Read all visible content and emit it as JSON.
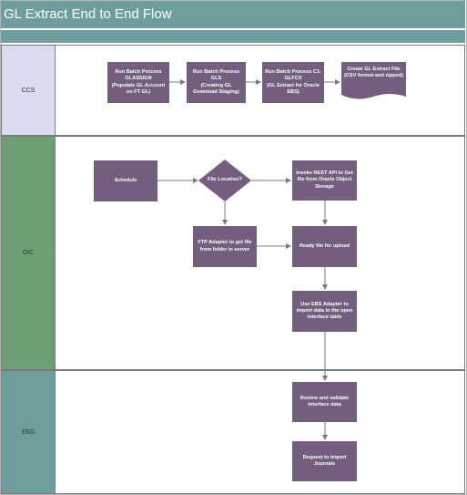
{
  "title": "GL Extract End to End Flow",
  "lanes": {
    "ccs": "CCS",
    "oic": "OIC",
    "ebs": "EBS"
  },
  "nodes": {
    "batch_glassign": "Run Batch Process GLASSIGN\n(Populate GL Account on FT GL)",
    "batch_gls": "Run Batch Process GLS\n(Creating GL Download Staging)",
    "batch_c1glfcx": "Run Batch Process C1-GLFCX\n(GL Extract for Oracle EBS)",
    "create_extract_file": "Create GL Extract File\n(CSV format and zipped)",
    "schedule": "Schedule",
    "file_location": "File Location?",
    "invoke_rest_api": "Invoke REST API to Get file from Oracle Object Storage",
    "ftp_adapter": "FTP Adapter to get file from folder in server",
    "ready_file": "Ready file for upload",
    "ebs_adapter": "Use EBS Adapter to import data in the open interface table",
    "review_validate": "Review and validate interface data",
    "request_import": "Request to Import Journals"
  },
  "colors": {
    "header": "#6d9e9b",
    "lane_ccs": "#d9dcf1",
    "lane_oic": "#6e9e74",
    "lane_ebs": "#6d9e9b",
    "node": "#735e7e",
    "connector": "#7a7a7a"
  }
}
